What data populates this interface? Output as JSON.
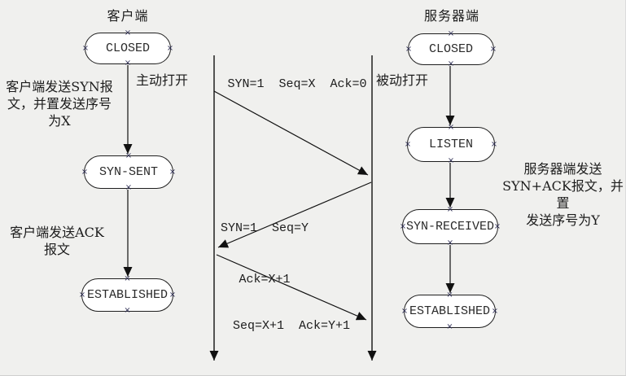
{
  "titles": {
    "client": "客户端",
    "server": "服务器端"
  },
  "client_states": {
    "closed": "CLOSED",
    "syn_sent": "SYN-SENT",
    "established": "ESTABLISHED"
  },
  "server_states": {
    "closed": "CLOSED",
    "listen": "LISTEN",
    "syn_received": "SYN-RECEIVED",
    "established": "ESTABLISHED"
  },
  "annotations": {
    "active_open": "主动打开",
    "passive_open": "被动打开",
    "client_syn_line1": "客户端发送SYN报",
    "client_syn_line2": "文，并置发送序号",
    "client_syn_line3": "为X",
    "client_ack_line1": "客户端发送ACK",
    "client_ack_line2": "报文",
    "server_synack_line1": "服务器端发送",
    "server_synack_line2": "SYN+ACK报文，并置",
    "server_synack_line3": "发送序号为Y"
  },
  "messages": {
    "syn": "SYN=1  Seq=X  Ack=0",
    "synack_line1": "SYN=1  Seq=Y",
    "synack_line2": "Ack=X+1",
    "ack": "Seq=X+1  Ack=Y+1"
  },
  "icons": {
    "handle_glyph": "×"
  },
  "colors": {
    "background": "#f0f0ee",
    "line": "#111111",
    "shape_fill": "#ffffff",
    "handle": "#2e2e55",
    "text": "#1c1c1c"
  }
}
